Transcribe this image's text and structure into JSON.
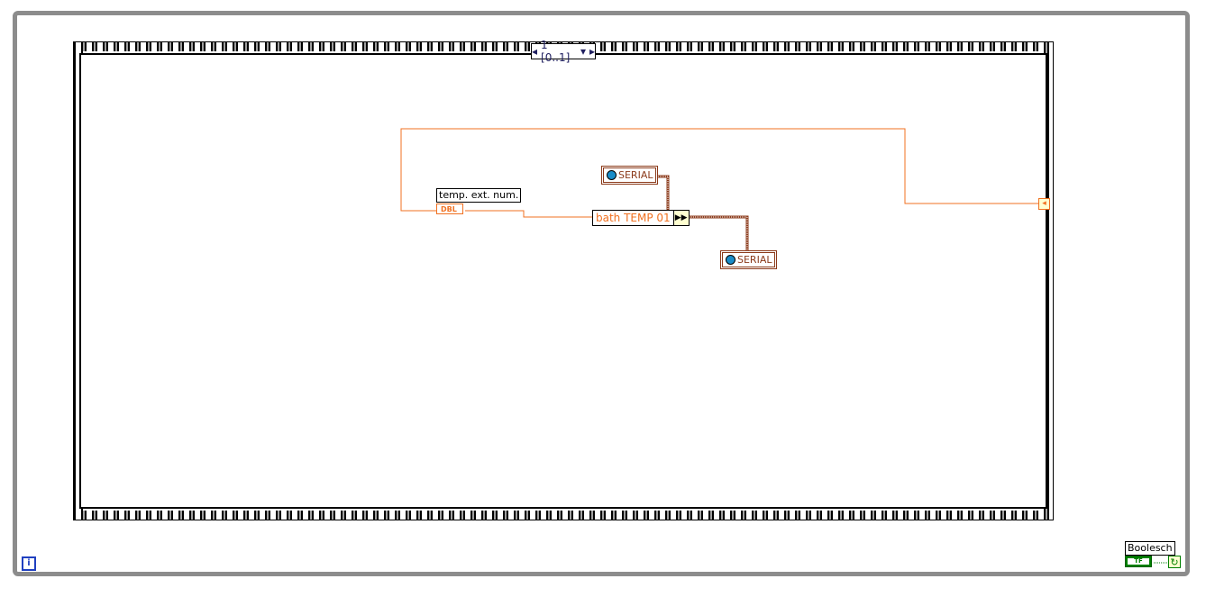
{
  "case_selector": {
    "label": "1 [0..1]"
  },
  "local_variable": {
    "label": "temp. ext. num.",
    "type": "DBL"
  },
  "serial_ref_top": {
    "label": "SERIAL"
  },
  "serial_ref_bottom": {
    "label": "SERIAL"
  },
  "property_node": {
    "label": "bath TEMP 01"
  },
  "stop_control": {
    "label": "Boolesch",
    "type": "TF"
  },
  "info_icon": {
    "label": "i"
  },
  "colors": {
    "double_wire": "#f07020",
    "refnum_wire": "#8b3a1a",
    "boolean": "#008000"
  }
}
